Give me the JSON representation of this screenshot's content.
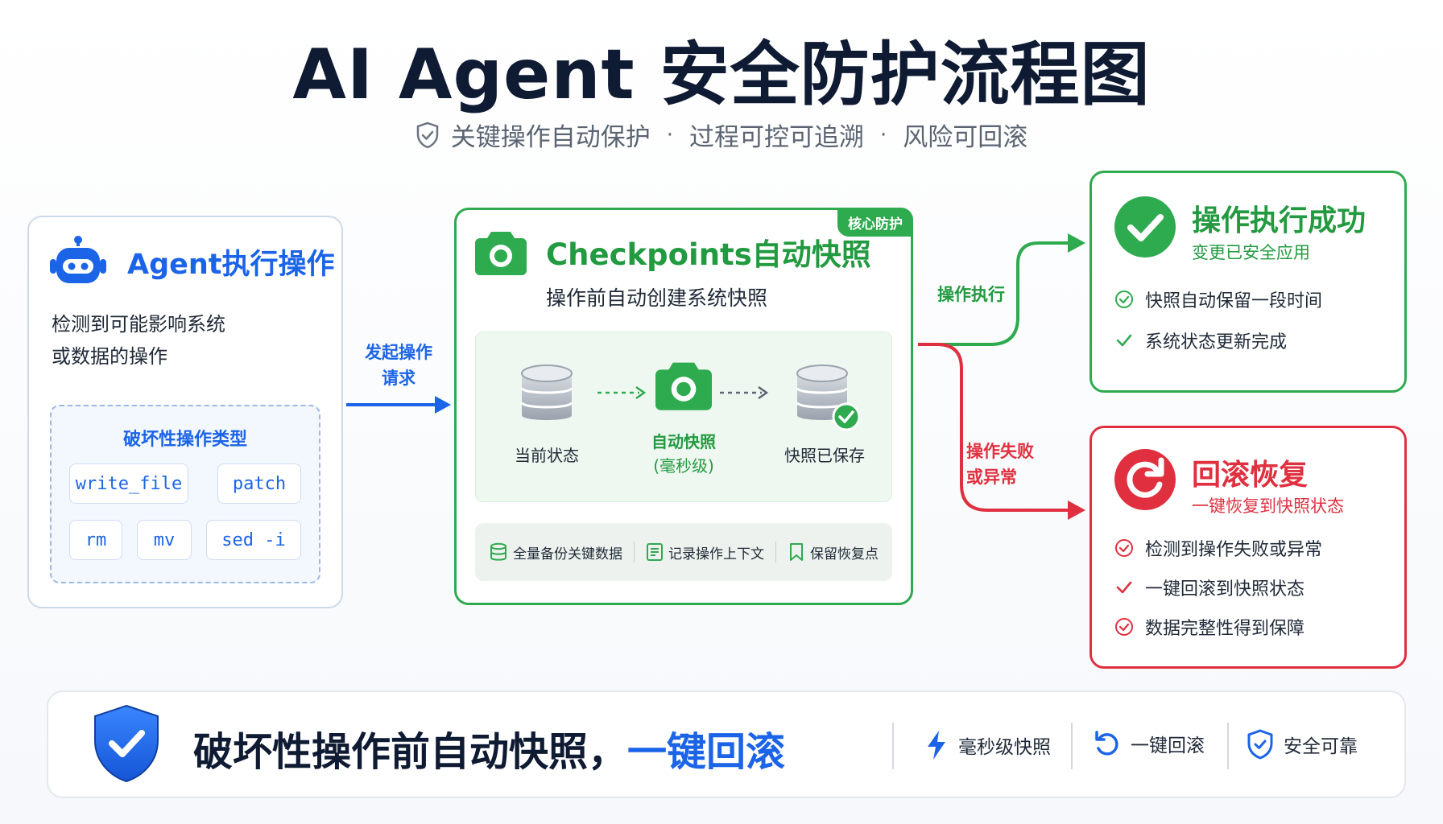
{
  "title": "AI Agent 安全防护流程图",
  "subtitle": {
    "items": [
      "关键操作自动保护",
      "过程可控可追溯",
      "风险可回滚"
    ],
    "separator": "·"
  },
  "agent": {
    "title": "Agent执行操作",
    "desc_line1": "检测到可能影响系统",
    "desc_line2": "或数据的操作",
    "types_title": "破坏性操作类型",
    "ops": [
      "write_file",
      "patch",
      "rm",
      "mv",
      "sed -i"
    ]
  },
  "arrow1": {
    "line1": "发起操作",
    "line2": "请求"
  },
  "checkpoint": {
    "badge": "核心防护",
    "title": "Checkpoints自动快照",
    "desc": "操作前自动创建系统快照",
    "flow": {
      "step1": "当前状态",
      "step2_line1": "自动快照",
      "step2_line2": "(毫秒级)",
      "step3": "快照已保存"
    },
    "features": [
      "全量备份关键数据",
      "记录操作上下文",
      "保留恢复点"
    ]
  },
  "branch_success_label": "操作执行",
  "branch_fail_label": {
    "line1": "操作失败",
    "line2": "或异常"
  },
  "success": {
    "title": "操作执行成功",
    "subtitle": "变更已安全应用",
    "items": [
      "快照自动保留一段时间",
      "系统状态更新完成"
    ]
  },
  "rollback": {
    "title": "回滚恢复",
    "subtitle": "一键恢复到快照状态",
    "items": [
      "检测到操作失败或异常",
      "一键回滚到快照状态",
      "数据完整性得到保障"
    ]
  },
  "bottom": {
    "main_text": "破坏性操作前自动快照，",
    "highlight": "一键回滚",
    "features": [
      "毫秒级快照",
      "一键回滚",
      "安全可靠"
    ]
  },
  "colors": {
    "blue": "#1b64e8",
    "green": "#2eaa4f",
    "red": "#e0303f",
    "dark": "#0f1b33"
  }
}
